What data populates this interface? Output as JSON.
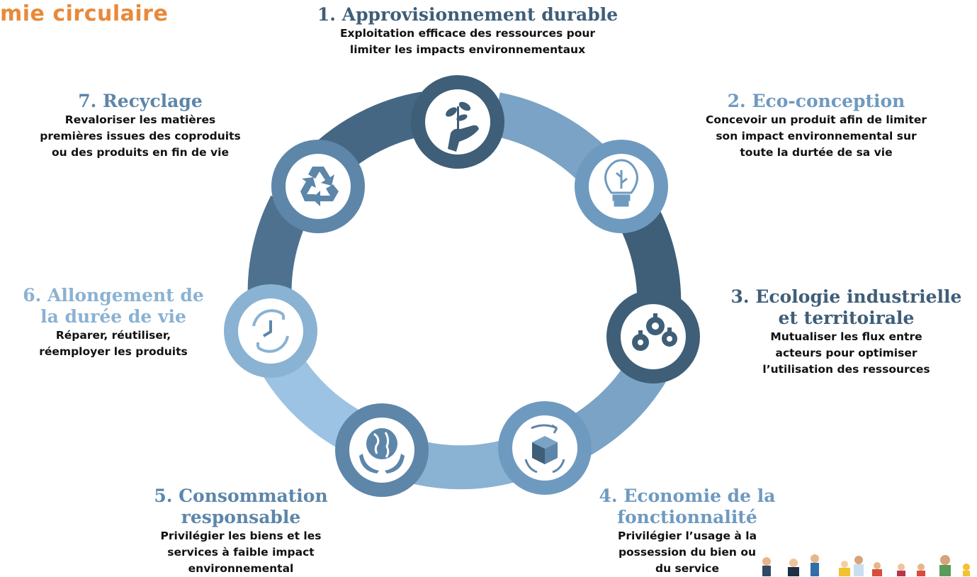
{
  "header": {
    "title": "mie circulaire"
  },
  "colors": {
    "accent_orange": "#e8893a",
    "dark": "#3f5e78",
    "medium": "#5d86a9",
    "light": "#8ab2d3",
    "lighter": "#b9d7ee"
  },
  "steps": [
    {
      "title": "1. Approvisionnement durable",
      "desc": [
        "Exploitation efficace des ressources pour",
        "limiter les impacts environnementaux"
      ],
      "icon": "hand-plant-icon",
      "color": "#3f5e78"
    },
    {
      "title": "2. Eco-conception",
      "desc": [
        "Concevoir un produit afin de limiter",
        "son impact environnemental sur",
        "toute la durtée de sa vie"
      ],
      "icon": "leaf-bulb-icon",
      "color": "#6f9ac0"
    },
    {
      "title_lines": [
        "3. Ecologie industrielle",
        "et territoirale"
      ],
      "desc": [
        "Mutualiser les flux entre",
        "acteurs pour optimiser",
        "l’utilisation des ressources"
      ],
      "icon": "gears-icon",
      "color": "#3f5e78"
    },
    {
      "title_lines": [
        "4. Economie de la",
        "fonctionnalité"
      ],
      "desc": [
        "Privilégier l’usage à la",
        "possession du bien ou",
        "du service"
      ],
      "icon": "box-cycle-icon",
      "color": "#6f9ac0"
    },
    {
      "title_lines": [
        "5. Consommation",
        "responsable"
      ],
      "desc": [
        "Privilégier les biens et les",
        "services à faible impact",
        "environnemental"
      ],
      "icon": "globe-hands-icon",
      "color": "#5d86a9"
    },
    {
      "title_lines": [
        "6. Allongement de",
        "la durée de vie"
      ],
      "desc": [
        "Réparer, réutiliser,",
        "réemployer les produits"
      ],
      "icon": "clock-cycle-icon",
      "color": "#8ab2d3"
    },
    {
      "title": "7. Recyclage",
      "desc": [
        "Revaloriser les matières",
        "premières issues des coproduits",
        "ou des produits en fin de vie"
      ],
      "icon": "recycle-icon",
      "color": "#5d86a9"
    }
  ]
}
